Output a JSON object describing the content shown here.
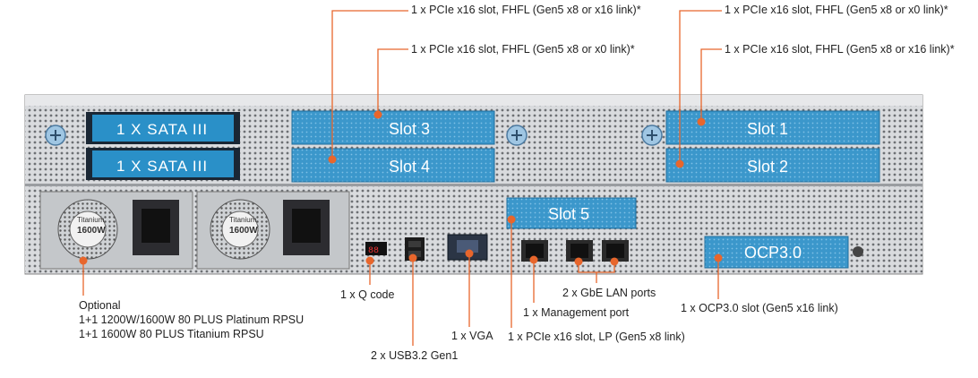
{
  "components": {
    "sata_bays": [
      "1 X SATA III",
      "1 X SATA III"
    ],
    "pcie_slots": [
      "Slot 3",
      "Slot 4",
      "Slot 1",
      "Slot 2",
      "Slot 5"
    ],
    "ocp_slot": "OCP3.0",
    "psu_brand": "Titanium",
    "psu_rating": "1600W"
  },
  "callouts": {
    "slot3": "1 x PCIe x16 slot, FHFL (Gen5 x8 or x16 link)*",
    "slot4": "1 x PCIe x16 slot, FHFL (Gen5 x8 or x0 link)*",
    "slot1": "1 x PCIe x16 slot, FHFL (Gen5 x8 or x0 link)*",
    "slot2": "1 x PCIe x16 slot, FHFL (Gen5 x8 or x16 link)*",
    "psu": "Optional\n1+1 1200W/1600W 80 PLUS Platinum RPSU\n1+1 1600W 80 PLUS Titanium RPSU",
    "qcode": "1 x Q code",
    "usb": "2 x USB3.2 Gen1",
    "vga": "1 x VGA",
    "slot5": "1 x PCIe x16 slot, LP (Gen5 x8 link)",
    "mgmt": "1 x Management port",
    "lan": "2 x GbE LAN ports",
    "ocp": "1 x OCP3.0 slot (Gen5 x16 link)"
  },
  "colors": {
    "accent": "#e8662c",
    "slot_blue": "#2f8fc4",
    "chassis": "#c9ccd0"
  }
}
